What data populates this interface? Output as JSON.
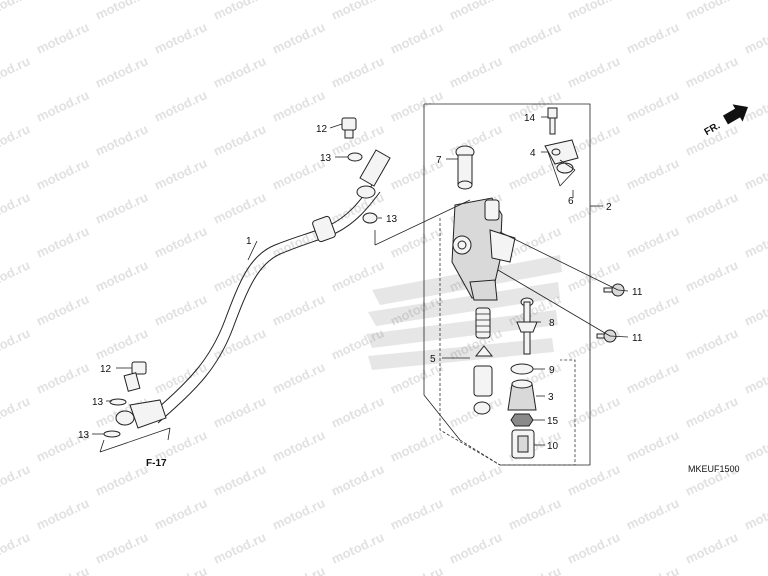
{
  "watermark": {
    "text": "motod.ru"
  },
  "direction_badge": {
    "label": "FR."
  },
  "reference": {
    "label": "F-17"
  },
  "diagram_code": {
    "text": "MKEUF1500"
  },
  "callouts": {
    "c1": "1",
    "c2": "2",
    "c3": "3",
    "c4": "4",
    "c5": "5",
    "c6": "6",
    "c7": "7",
    "c8": "8",
    "c9": "9",
    "c10": "10",
    "c11a": "11",
    "c11b": "11",
    "c12a": "12",
    "c12b": "12",
    "c13a": "13",
    "c13b": "13",
    "c13c": "13",
    "c13d": "13",
    "c14": "14",
    "c15": "15"
  }
}
